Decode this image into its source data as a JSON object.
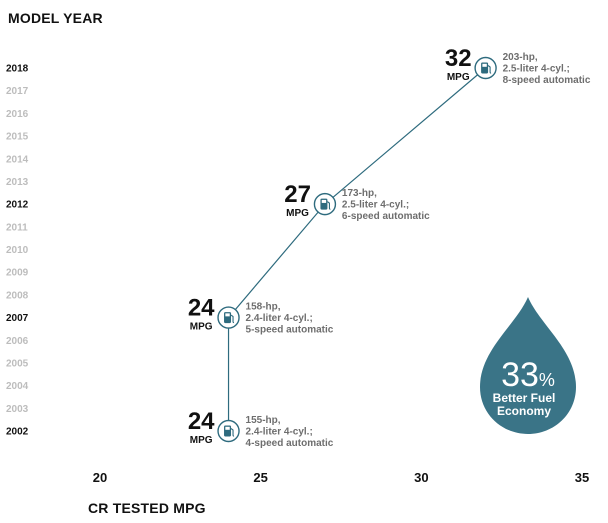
{
  "chart_data": {
    "type": "scatter",
    "xlabel": "CR TESTED MPG",
    "ylabel": "MODEL YEAR",
    "xlim": [
      20,
      35
    ],
    "x_ticks": [
      "20",
      "25",
      "30",
      "35"
    ],
    "y_ticks": [
      {
        "year": "2002",
        "emphasis": true
      },
      {
        "year": "2003",
        "emphasis": false
      },
      {
        "year": "2004",
        "emphasis": false
      },
      {
        "year": "2005",
        "emphasis": false
      },
      {
        "year": "2006",
        "emphasis": false
      },
      {
        "year": "2007",
        "emphasis": true
      },
      {
        "year": "2008",
        "emphasis": false
      },
      {
        "year": "2009",
        "emphasis": false
      },
      {
        "year": "2010",
        "emphasis": false
      },
      {
        "year": "2011",
        "emphasis": false
      },
      {
        "year": "2012",
        "emphasis": true
      },
      {
        "year": "2013",
        "emphasis": false
      },
      {
        "year": "2014",
        "emphasis": false
      },
      {
        "year": "2015",
        "emphasis": false
      },
      {
        "year": "2016",
        "emphasis": false
      },
      {
        "year": "2017",
        "emphasis": false
      },
      {
        "year": "2018",
        "emphasis": true
      }
    ],
    "points": [
      {
        "year": 2002,
        "mpg": 24,
        "value_label": "24",
        "unit_label": "MPG",
        "spec": [
          "155-hp,",
          "2.4-liter 4-cyl.;",
          "4-speed automatic"
        ]
      },
      {
        "year": 2007,
        "mpg": 24,
        "value_label": "24",
        "unit_label": "MPG",
        "spec": [
          "158-hp,",
          "2.4-liter 4-cyl.;",
          "5-speed automatic"
        ]
      },
      {
        "year": 2012,
        "mpg": 27,
        "value_label": "27",
        "unit_label": "MPG",
        "spec": [
          "173-hp,",
          "2.5-liter 4-cyl.;",
          "6-speed automatic"
        ]
      },
      {
        "year": 2018,
        "mpg": 32,
        "value_label": "32",
        "unit_label": "MPG",
        "spec": [
          "203-hp,",
          "2.5-liter 4-cyl.;",
          "8-speed automatic"
        ]
      }
    ],
    "callout": {
      "value": "33",
      "unit": "%",
      "lines": [
        "Better Fuel",
        "Economy"
      ]
    },
    "grid": false,
    "colors": {
      "line": "#2e6b7e",
      "marker_fill": "#ffffff",
      "icon": "#2e6b7e",
      "drop": "#3a7487"
    }
  }
}
